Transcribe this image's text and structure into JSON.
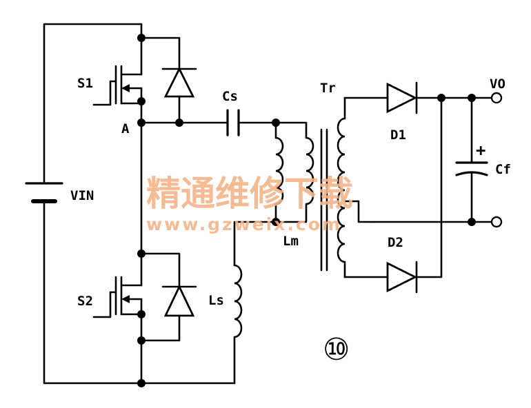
{
  "labels": {
    "s1": "S1",
    "s2": "S2",
    "node_a": "A",
    "vin": "VIN",
    "cs": "Cs",
    "tr": "Tr",
    "lm": "Lm",
    "ls": "Ls",
    "d1": "D1",
    "d2": "D2",
    "vo": "VO",
    "cf": "Cf",
    "cf_polarity": "+",
    "figure_number": "⑩"
  },
  "watermark": {
    "cn": "精通维修下载",
    "url": "www.gzweix.com",
    "color": "#f4b48a"
  },
  "colors": {
    "ink": "#000000",
    "background": "#ffffff"
  }
}
